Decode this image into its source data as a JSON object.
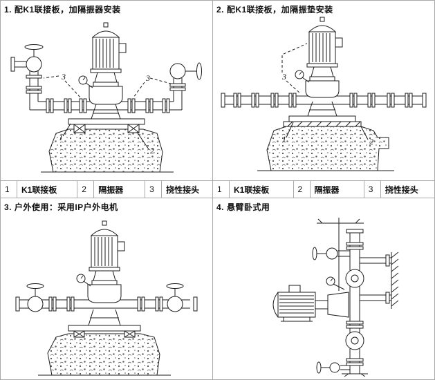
{
  "colors": {
    "background": "#ffffff",
    "frame_border": "#a8a8a8",
    "line_ink": "#1b1b1b"
  },
  "panels": [
    {
      "caption": "1. 配K1联接板，加隔振器安装",
      "callouts": {
        "c1": "1",
        "c2": "2",
        "c3": "3"
      }
    },
    {
      "caption": "2. 配K1联接板，加隔振垫安装",
      "callouts": {
        "c1": "1",
        "c2": "2",
        "c3": "3"
      }
    },
    {
      "caption": "3. 户外使用：采用IP户外电机",
      "callouts": {}
    },
    {
      "caption": "4. 悬臂卧式用",
      "callouts": {}
    }
  ],
  "legend": {
    "items": [
      {
        "num": "1",
        "label": "K1联接板"
      },
      {
        "num": "2",
        "label": "隔振器"
      },
      {
        "num": "3",
        "label": "挠性接头"
      }
    ]
  }
}
